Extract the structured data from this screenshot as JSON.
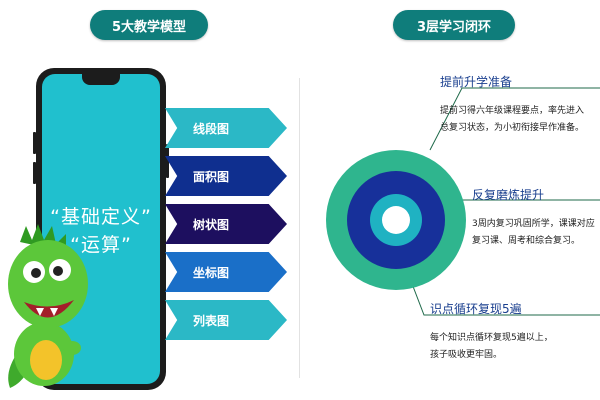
{
  "left_panel": {
    "title": "5大教学模型",
    "phone_text_line1": "“基础定义”",
    "phone_text_line2": "“运算”",
    "models": [
      {
        "label": "线段图",
        "color": "#2bb8c6"
      },
      {
        "label": "面积图",
        "color": "#0f2f8f"
      },
      {
        "label": "树状图",
        "color": "#1d0f5f"
      },
      {
        "label": "坐标图",
        "color": "#1a6fc8"
      },
      {
        "label": "列表图",
        "color": "#2bb8c6"
      }
    ]
  },
  "right_panel": {
    "title": "3层学习闭环",
    "layers": [
      {
        "heading": "提前升学准备",
        "lines": [
          "提前习得六年级课程要点，率先进入",
          "总复习状态，为小初衔接早作准备。"
        ]
      },
      {
        "heading": "反复磨炼提升",
        "lines": [
          "3周内复习巩固所学，课课对应",
          "复习课、周考和综合复习。"
        ]
      },
      {
        "heading": "识点循环复现5遍",
        "lines": [
          "每个知识点循环复现5遍以上，",
          "孩子吸收更牢固。"
        ]
      }
    ]
  },
  "colors": {
    "pill_bg": "#0f7d7b",
    "outer_ring": "#2fb58e",
    "middle_ring": "#17309a",
    "inner_ring": "#1fb2c2"
  }
}
